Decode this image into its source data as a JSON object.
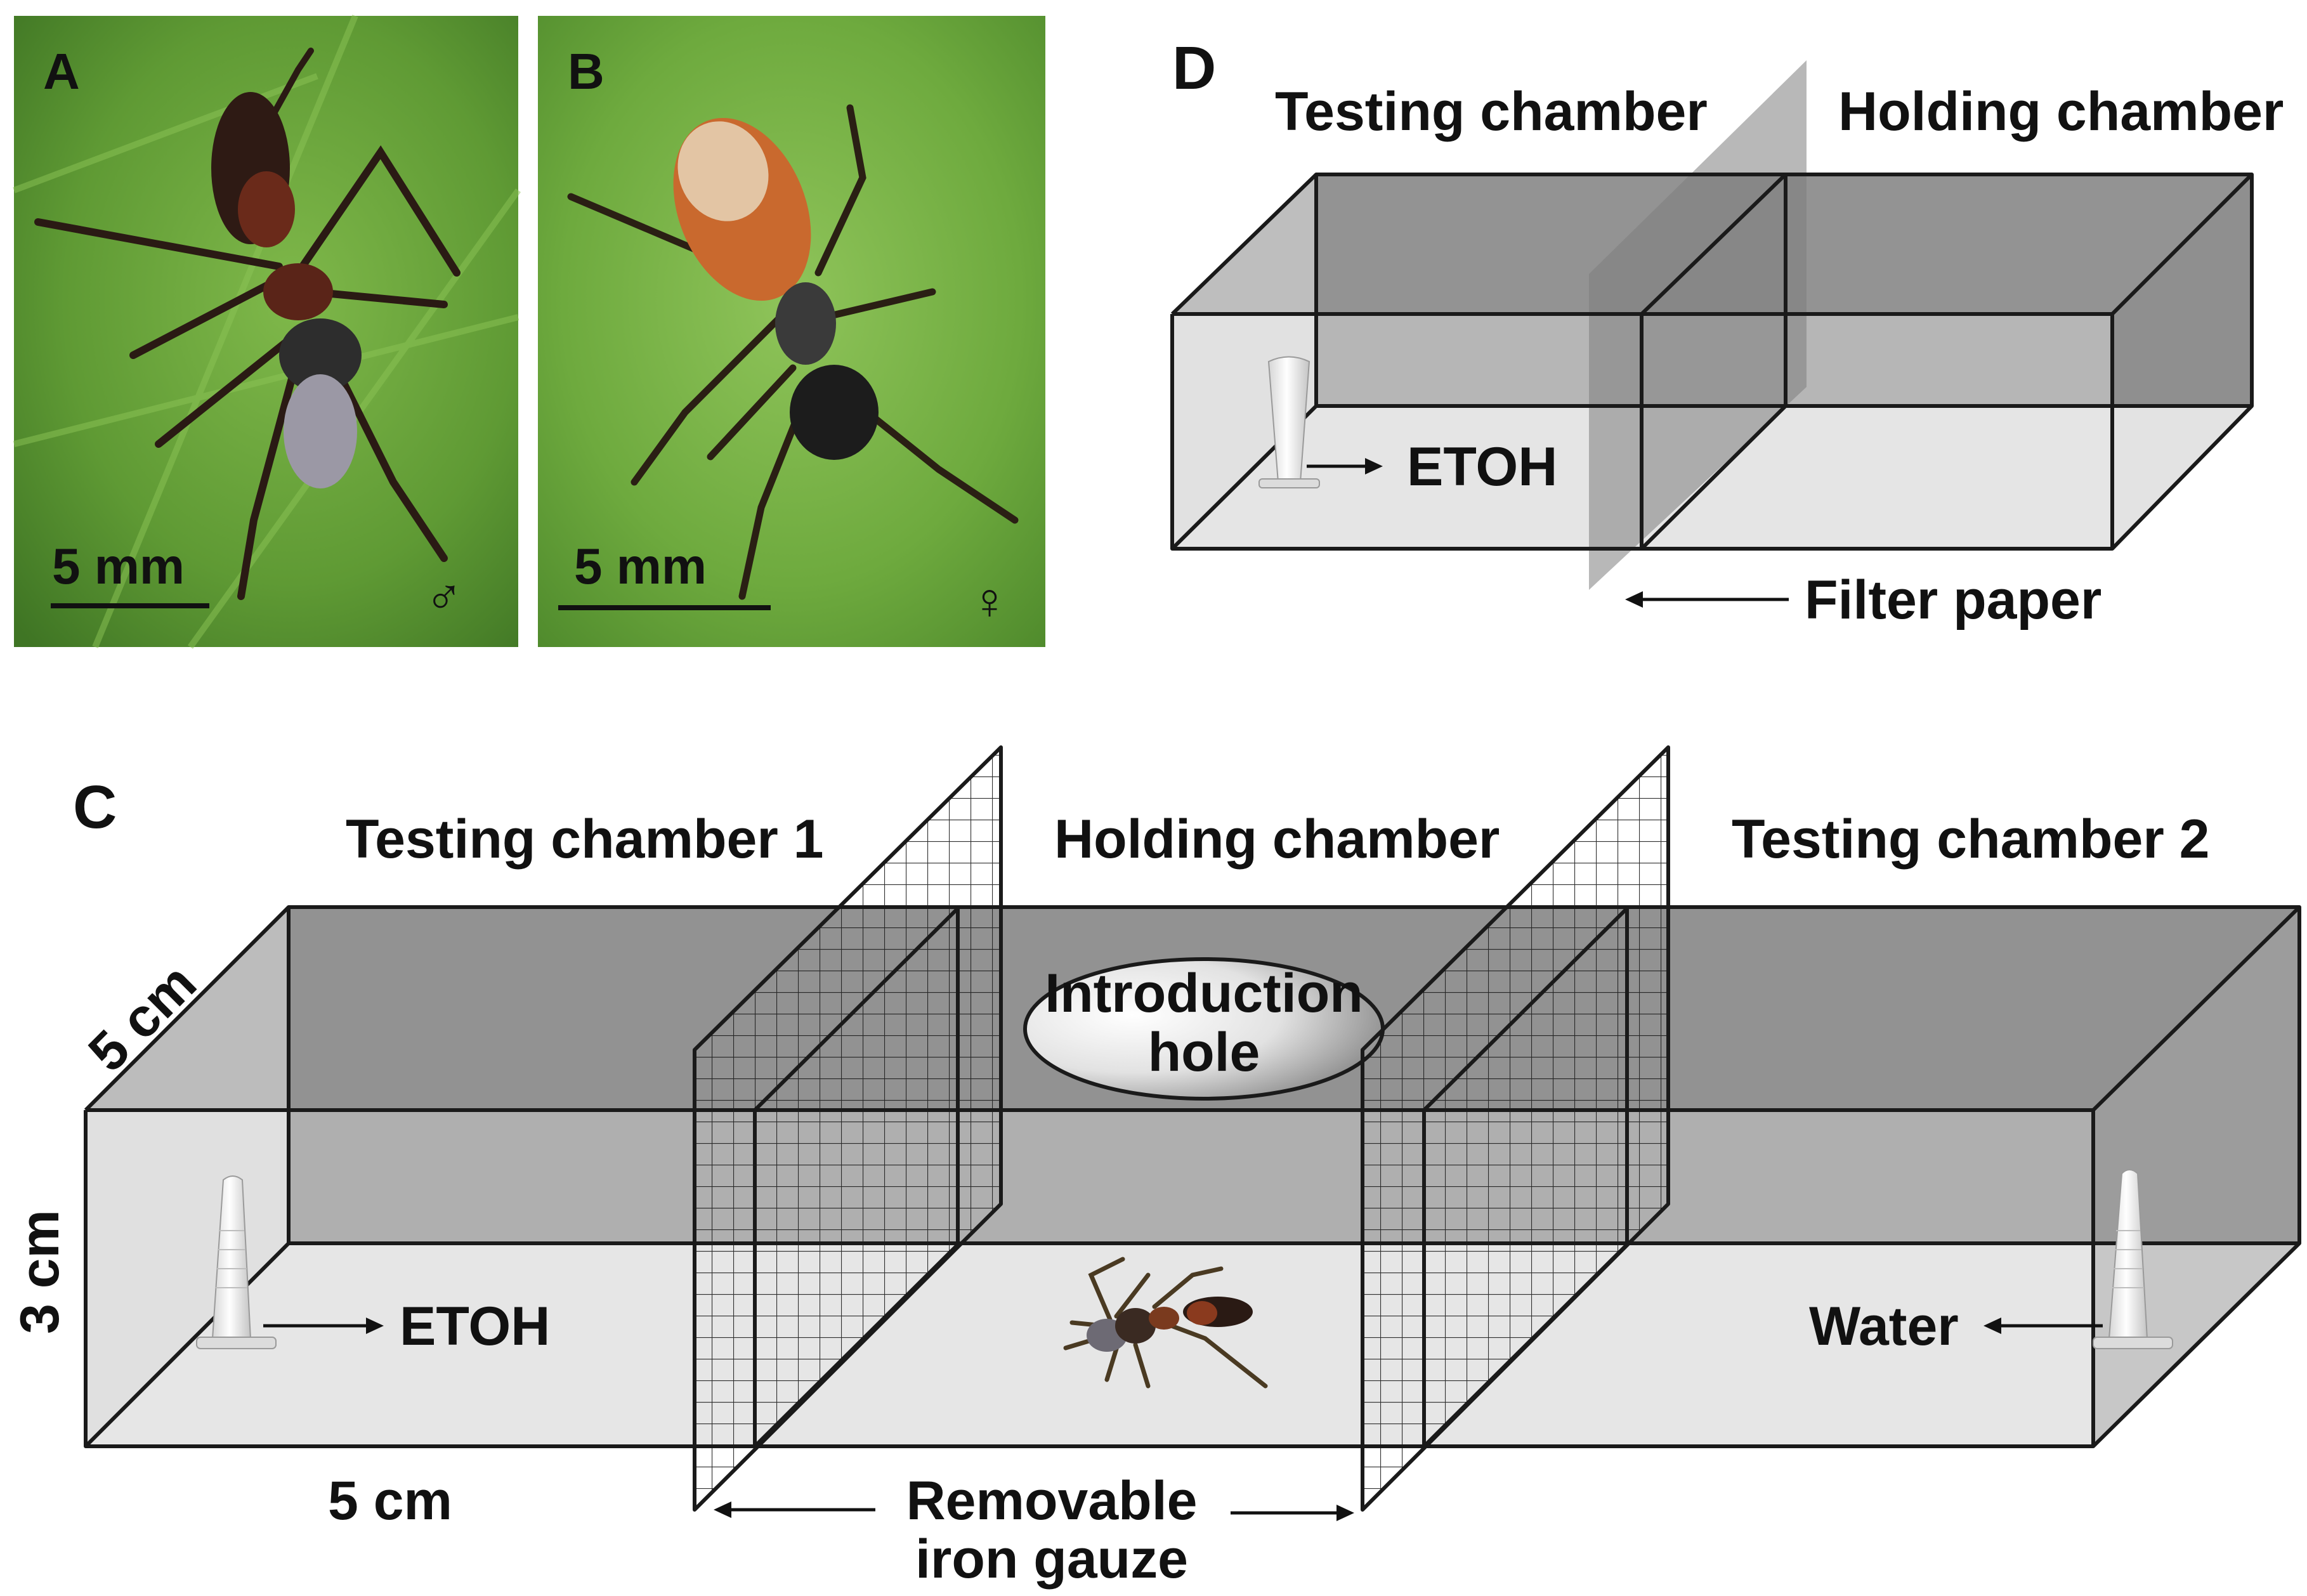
{
  "panels": {
    "a": {
      "letter": "A",
      "scale": "5 mm",
      "sex": "♂"
    },
    "b": {
      "letter": "B",
      "scale": "5 mm",
      "sex": "♀"
    },
    "c": {
      "letter": "C",
      "chambers": [
        "Testing chamber 1",
        "Holding chamber",
        "Testing chamber 2"
      ],
      "hole_line1": "Introduction",
      "hole_line2": "hole",
      "left_vial": "ETOH",
      "right_vial": "Water",
      "depth": "5 cm",
      "height": "3 cm",
      "width": "5 cm",
      "gauze_line1": "Removable",
      "gauze_line2": "iron gauze"
    },
    "d": {
      "letter": "D",
      "chambers": [
        "Testing chamber",
        "Holding chamber"
      ],
      "vial": "ETOH",
      "filter": "Filter paper"
    }
  },
  "colors": {
    "leaf_green": "#6fa43a",
    "back_wall": "#8f8f8f",
    "floor": "#e3e3e3",
    "filter_paper": "#a9a9a9"
  }
}
